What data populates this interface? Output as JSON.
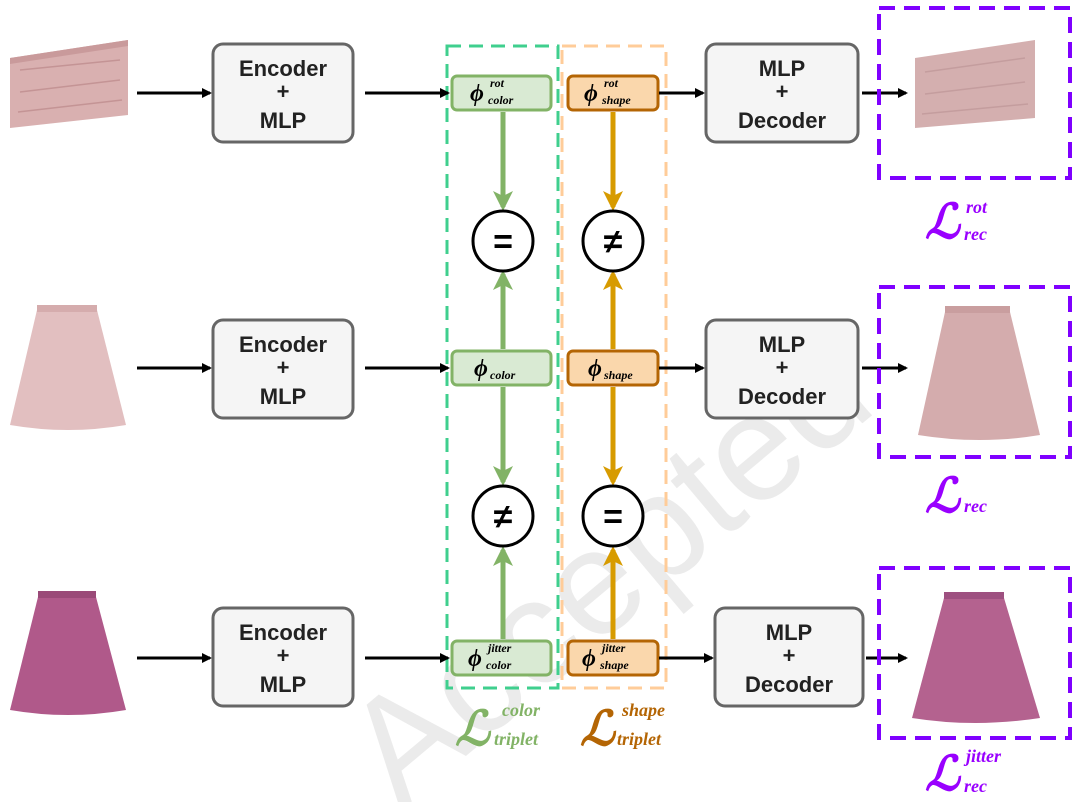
{
  "colors": {
    "color_feature_fill": "#d9ead3",
    "color_feature_stroke": "#82b366",
    "color_arrow": "#82b366",
    "shape_feature_fill": "#fad7ac",
    "shape_feature_stroke": "#b46504",
    "shape_arrow": "#d79b00",
    "color_group_border": "#3fcf8e",
    "shape_group_border": "#ffcc99",
    "loss_box_border": "#7f00ff",
    "loss_text": "#9900ff",
    "triplet_color_text": "#82b366",
    "triplet_shape_text": "#b46504",
    "skirt_pink": "#d9b0b0",
    "skirt_pink_light": "#e2bfc0",
    "skirt_purple": "#b0598a"
  },
  "rows": [
    {
      "encoder": {
        "line1": "Encoder",
        "line2": "+",
        "line3": "MLP"
      },
      "color_feature": {
        "symbol": "ϕ",
        "sup": "rot",
        "sub": "color"
      },
      "shape_feature": {
        "symbol": "ϕ",
        "sup": "rot",
        "sub": "shape"
      },
      "decoder": {
        "line1": "MLP",
        "line2": "+",
        "line3": "Decoder"
      },
      "loss": {
        "symbol": "ℒ",
        "sup": "rot",
        "sub": "rec"
      }
    },
    {
      "encoder": {
        "line1": "Encoder",
        "line2": "+",
        "line3": "MLP"
      },
      "color_feature": {
        "symbol": "ϕ",
        "sup": "",
        "sub": "color"
      },
      "shape_feature": {
        "symbol": "ϕ",
        "sup": "",
        "sub": "shape"
      },
      "decoder": {
        "line1": "MLP",
        "line2": "+",
        "line3": "Decoder"
      },
      "loss": {
        "symbol": "ℒ",
        "sup": "",
        "sub": "rec"
      }
    },
    {
      "encoder": {
        "line1": "Encoder",
        "line2": "+",
        "line3": "MLP"
      },
      "color_feature": {
        "symbol": "ϕ",
        "sup": "jitter",
        "sub": "color"
      },
      "shape_feature": {
        "symbol": "ϕ",
        "sup": "jitter",
        "sub": "shape"
      },
      "decoder": {
        "line1": "MLP",
        "line2": "+",
        "line3": "Decoder"
      },
      "loss": {
        "symbol": "ℒ",
        "sup": "jitter",
        "sub": "rec"
      }
    }
  ],
  "comparisons": {
    "color_top": "=",
    "shape_top": "≠",
    "color_bottom": "≠",
    "shape_bottom": "="
  },
  "triplet_losses": {
    "color": {
      "symbol": "ℒ",
      "sup": "color",
      "sub": "triplet"
    },
    "shape": {
      "symbol": "ℒ",
      "sup": "shape",
      "sub": "triplet"
    }
  },
  "watermark": "Accepted"
}
